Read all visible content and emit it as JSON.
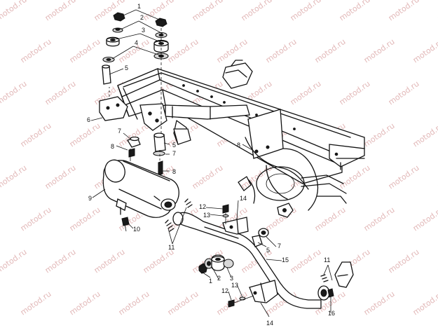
{
  "watermark": "motod.ru",
  "callouts": [
    {
      "id": "c1a",
      "text": "1"
    },
    {
      "id": "c2a",
      "text": "2"
    },
    {
      "id": "c3a",
      "text": "3"
    },
    {
      "id": "c4a",
      "text": "4"
    },
    {
      "id": "c5a",
      "text": "5"
    },
    {
      "id": "c6",
      "text": "6"
    },
    {
      "id": "c7a",
      "text": "7"
    },
    {
      "id": "c8a",
      "text": "8"
    },
    {
      "id": "c5b",
      "text": "5"
    },
    {
      "id": "c7b",
      "text": "7"
    },
    {
      "id": "c8b",
      "text": "8"
    },
    {
      "id": "c8c",
      "text": "8"
    },
    {
      "id": "c9",
      "text": "9"
    },
    {
      "id": "c10",
      "text": "10"
    },
    {
      "id": "c11a",
      "text": "11"
    },
    {
      "id": "c12a",
      "text": "12"
    },
    {
      "id": "c13a",
      "text": "13"
    },
    {
      "id": "c14a",
      "text": "14"
    },
    {
      "id": "c7c",
      "text": "7"
    },
    {
      "id": "c5c",
      "text": "5"
    },
    {
      "id": "c15",
      "text": "15"
    },
    {
      "id": "c1b",
      "text": "1"
    },
    {
      "id": "c2b",
      "text": "2"
    },
    {
      "id": "c3b",
      "text": "3"
    },
    {
      "id": "c12b",
      "text": "12"
    },
    {
      "id": "c13b",
      "text": "13"
    },
    {
      "id": "c14b",
      "text": "14"
    },
    {
      "id": "c11b",
      "text": "11"
    },
    {
      "id": "c16",
      "text": "16"
    }
  ]
}
